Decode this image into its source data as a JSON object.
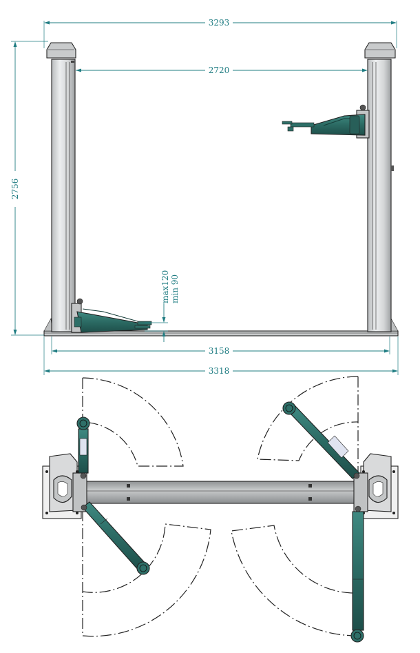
{
  "dimensions": {
    "overall_top_width": "3293",
    "inner_column_width": "2720",
    "total_height": "2756",
    "base_width": "3158",
    "overall_base_width": "3318",
    "arm_height_max": "max120",
    "arm_height_min": "min 90"
  },
  "colors": {
    "dimension": "#1f7c82",
    "arm_green": "#2e6f68",
    "column_gray": "#d8dadb",
    "beam_gray": "#a9abad"
  }
}
